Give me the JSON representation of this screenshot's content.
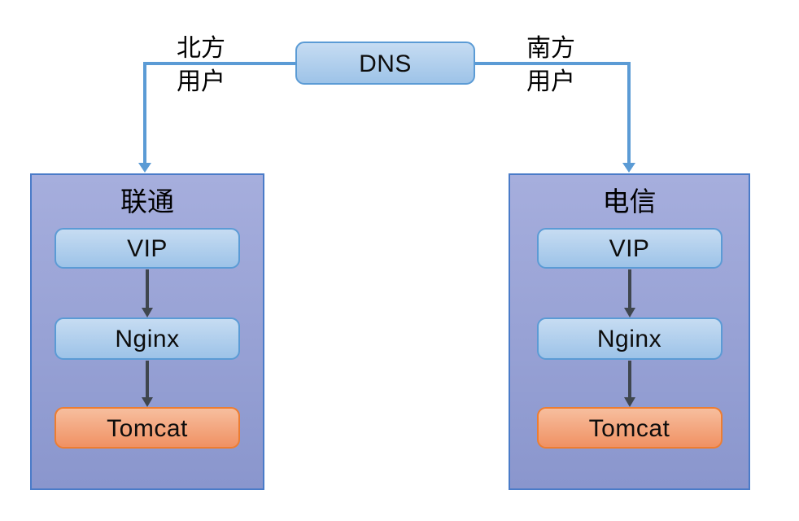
{
  "dns": {
    "label": "DNS"
  },
  "labels": {
    "north": {
      "line1": "北方",
      "line2": "用户"
    },
    "south": {
      "line1": "南方",
      "line2": "用户"
    }
  },
  "clusters": [
    {
      "title": "联通",
      "nodes": [
        {
          "label": "VIP",
          "style": "blue"
        },
        {
          "label": "Nginx",
          "style": "blue"
        },
        {
          "label": "Tomcat",
          "style": "orange"
        }
      ]
    },
    {
      "title": "电信",
      "nodes": [
        {
          "label": "VIP",
          "style": "blue"
        },
        {
          "label": "Nginx",
          "style": "blue"
        },
        {
          "label": "Tomcat",
          "style": "orange"
        }
      ]
    }
  ],
  "colors": {
    "connector_blue": "#5B9BD5",
    "node_blue_border": "#5B9BD5",
    "node_blue_top": "#C6DCF2",
    "node_blue_bottom": "#9DC3E8",
    "orange_border": "#ED7D31",
    "orange_top": "#F7BE9E",
    "orange_bottom": "#F09163",
    "cluster_border": "#4A7BC8",
    "cluster_top": "#A6AEDD",
    "cluster_bottom": "#8A96CD",
    "inner_arrow": "#3F464E"
  }
}
